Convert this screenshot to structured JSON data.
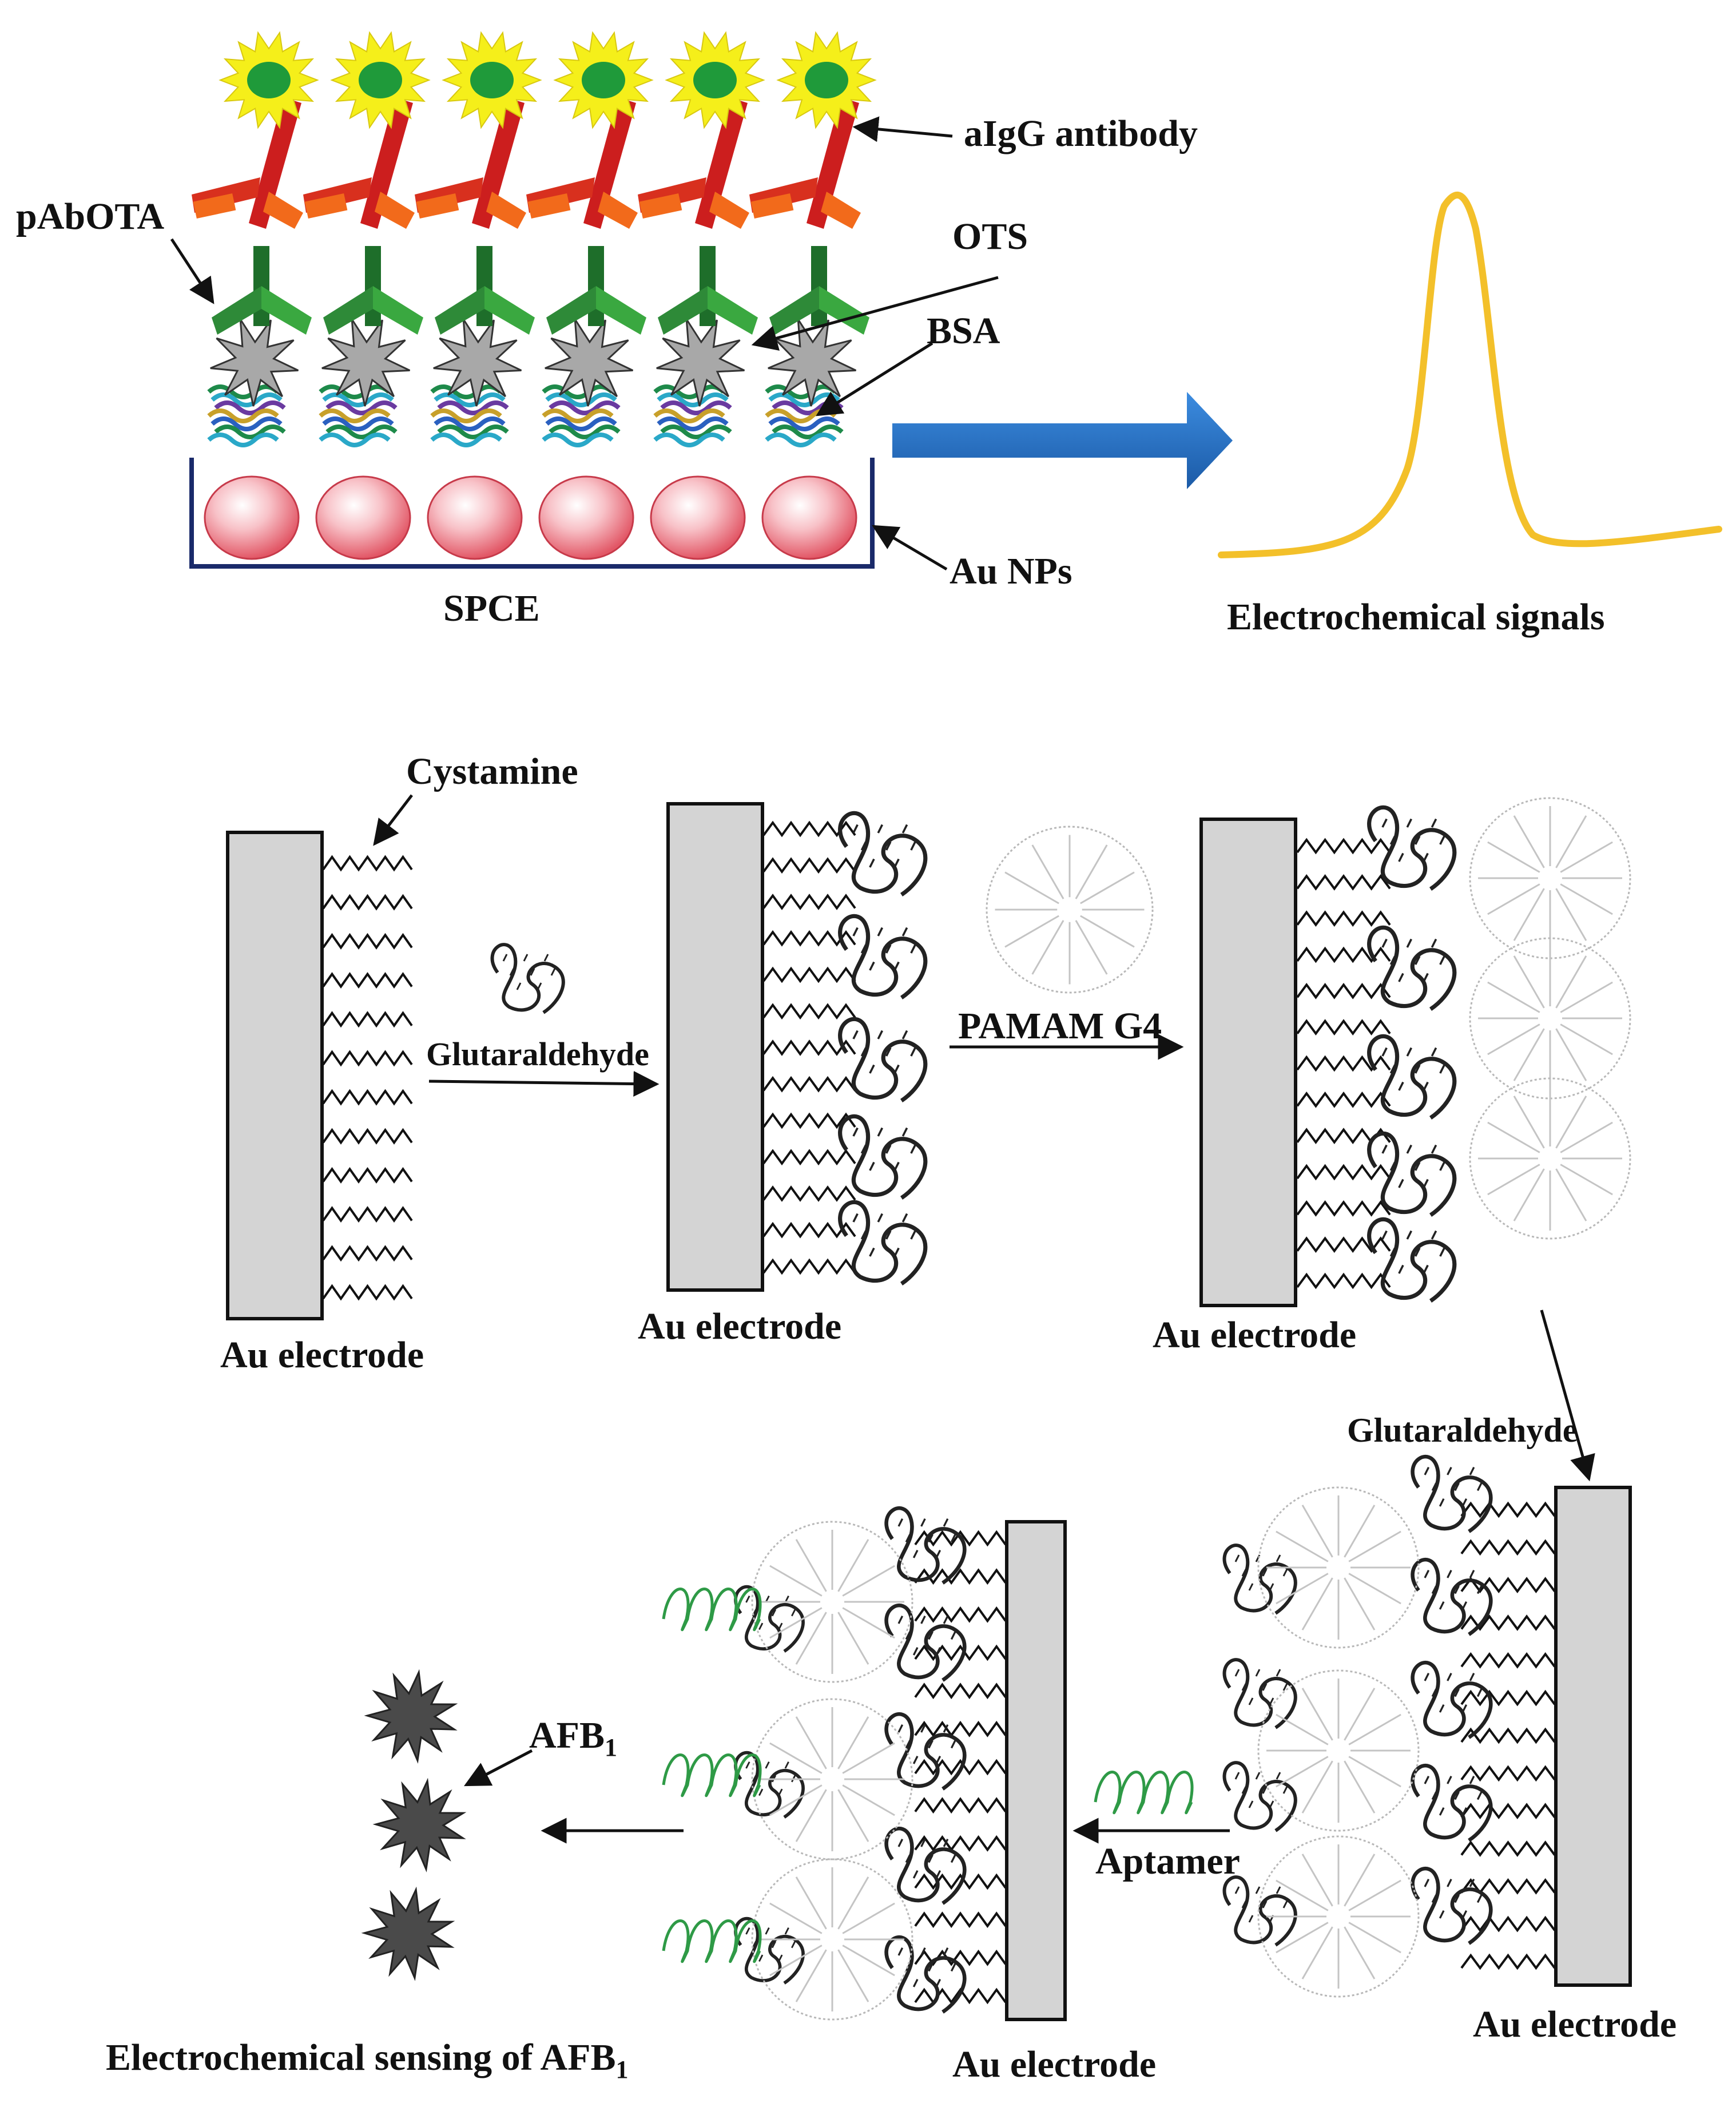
{
  "panel_top": {
    "labels": {
      "aigg": "aIgG antibody",
      "pabota": "pAbOTA",
      "ots": "OTS",
      "bsa": "BSA",
      "aunps": "Au NPs",
      "spce": "SPCE",
      "signal": "Electrochemical signals"
    },
    "colors": {
      "antigen_petal": "#f5ef1a",
      "antigen_core": "#1f9a3a",
      "aigg_red": "#cc1e1e",
      "aigg_orange": "#f26a1b",
      "pab_green": "#1e6e2a",
      "ots_gray": "#9a9a9a",
      "aunp_pink": "#f4a0a8",
      "arrow_blue": "#2872c8",
      "peak": "#f3c02a"
    }
  },
  "panel_bottom": {
    "labels": {
      "cystamine": "Cystamine",
      "glutaraldehyde_1": "Glutaraldehyde",
      "electrode_1": "Au electrode",
      "electrode_2": "Au electrode",
      "pamam": "PAMAM G4",
      "electrode_3": "Au electrode",
      "glutaraldehyde_2": "Glutaraldehyde",
      "electrode_4": "Au electrode",
      "aptamer": "Aptamer",
      "electrode_5": "Au electrode",
      "afb1_base": "AFB",
      "afb1_sub": "1",
      "sensing_base": "Electrochemical sensing of AFB",
      "sensing_sub": "1"
    },
    "colors": {
      "electrode_fill": "#d4d4d4",
      "aptamer_green": "#2e9a46",
      "afb_dark": "#4a4a4a"
    }
  }
}
